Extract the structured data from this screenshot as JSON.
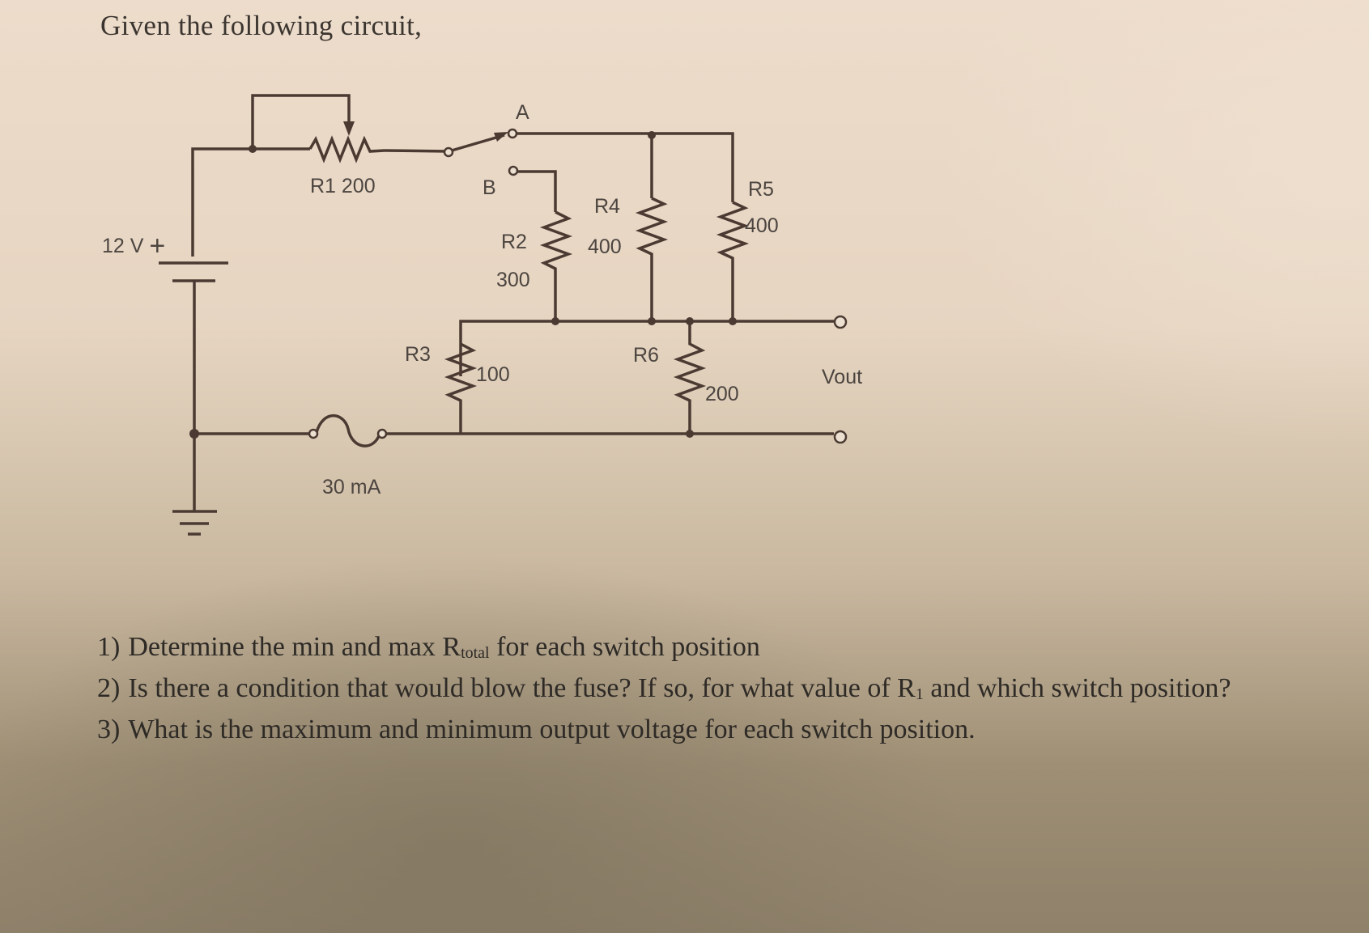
{
  "intro": "Given the following circuit,",
  "circuit": {
    "source": {
      "label": "12 V",
      "polarity": "+"
    },
    "r1": {
      "label": "R1 200"
    },
    "switch": {
      "pos_a": "A",
      "pos_b": "B"
    },
    "r2": {
      "name": "R2",
      "value": "300"
    },
    "r3": {
      "name": "R3",
      "value": "100"
    },
    "r4": {
      "name": "R4",
      "value": "400"
    },
    "r5": {
      "name": "R5",
      "value": "400"
    },
    "r6": {
      "name": "R6",
      "value": "200"
    },
    "fuse": {
      "label": "30 mA"
    },
    "output": {
      "label": "Vout"
    }
  },
  "questions": [
    {
      "num": "1)",
      "pre": "Determine the min and max R",
      "sub": "total",
      "post": " for each switch position"
    },
    {
      "num": "2)",
      "pre": "Is there a condition that would blow the fuse?  If so, for what value of R",
      "sub": "1",
      "post": " and which switch position?"
    },
    {
      "num": "3)",
      "pre": "What is the maximum and minimum output voltage for each switch position.",
      "sub": "",
      "post": ""
    }
  ],
  "colors": {
    "ink": "#4a3a32",
    "paper": "#e6d5c1",
    "text": "#2e2a26"
  }
}
